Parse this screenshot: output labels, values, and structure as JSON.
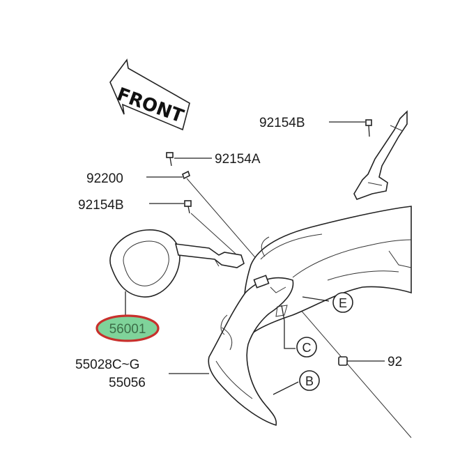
{
  "labels": {
    "front": "FRONT",
    "p92154B_top": "92154B",
    "p92154A": "92154A",
    "p92200": "92200",
    "p92154B_left": "92154B",
    "p56001": "56001",
    "p55028": "55028C~G",
    "p55056": "55056",
    "p92_right": "92"
  },
  "callouts": {
    "E": "E",
    "C": "C",
    "B": "B"
  },
  "colors": {
    "highlight_fill": "#7fd39a",
    "highlight_border": "#c8302c",
    "line": "#222222"
  }
}
